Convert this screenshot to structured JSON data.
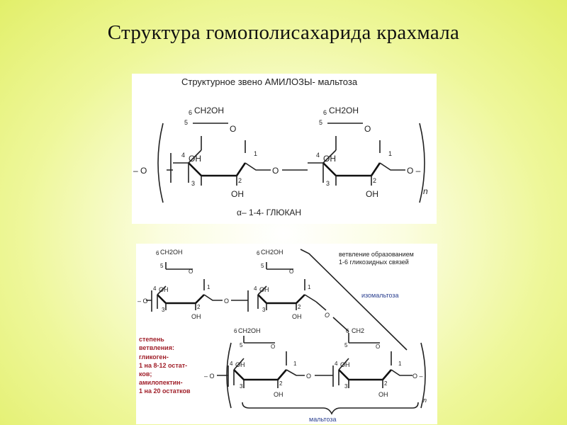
{
  "slide": {
    "title": "Структура гомополисахарида крахмала"
  },
  "amylose": {
    "caption": "Структурное звено АМИЛОЗЫ- мальтоза",
    "ring_o": "O",
    "ch2oh": "CH2OH",
    "oh": "OH",
    "bridge_o": "O",
    "left_o": "– O",
    "right_o": "O –",
    "pos": {
      "c1": "1",
      "c2": "2",
      "c3": "3",
      "c4": "4",
      "c5": "5",
      "c6": "6"
    },
    "n": "n",
    "bottom_label": "α– 1-4- ГЛЮКАН"
  },
  "branched": {
    "branch_note_1": "ветвление образованием",
    "branch_note_2": "1-6 гликозидных связей",
    "isomaltose": "изомальтоза",
    "maltose": "мальтоза",
    "ch2": "CH2",
    "degree_title_1": "степень",
    "degree_title_2": "ветвления:",
    "glycogen_1": "гликоген-",
    "glycogen_2": "1 на 8-12 остат-",
    "glycogen_3": "ков;",
    "amylopectin_1": "амилопектин-",
    "amylopectin_2": "1 на 20 остатков",
    "colors": {
      "isomaltose": "#2a3f8f",
      "degree": "#a0202a"
    }
  }
}
